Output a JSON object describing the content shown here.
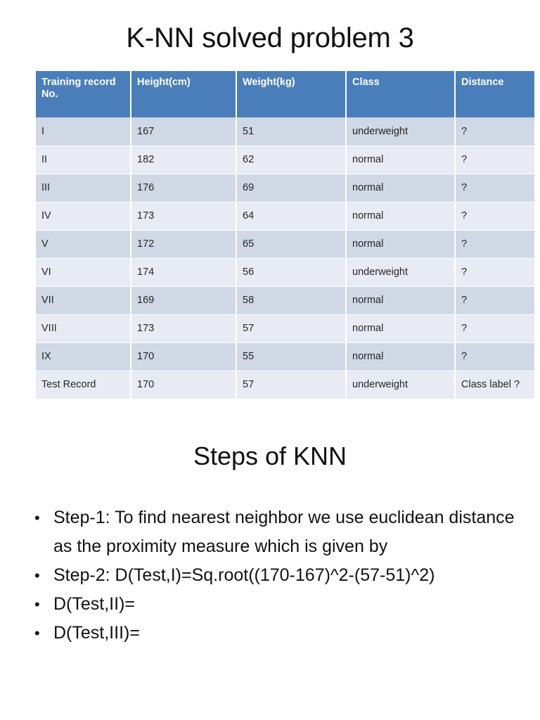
{
  "slide": {
    "title": "K-NN solved problem 3",
    "section_heading": "Steps of KNN"
  },
  "theme": {
    "header_fill": "#4A7EBB",
    "header_text": "#FFFFFF",
    "row_odd_fill": "#D0D7E5",
    "row_even_fill": "#E8EBF3",
    "body_text": "#262626",
    "page_background": "#FFFFFF"
  },
  "table": {
    "columns": [
      "Training record No.",
      "Height(cm)",
      "Weight(kg)",
      "Class",
      "Distance"
    ],
    "rows": [
      {
        "record": "I",
        "height": "167",
        "weight": "51",
        "class": "underweight",
        "distance": "?"
      },
      {
        "record": "II",
        "height": "182",
        "weight": "62",
        "class": "normal",
        "distance": "?"
      },
      {
        "record": "III",
        "height": "176",
        "weight": "69",
        "class": "normal",
        "distance": "?"
      },
      {
        "record": "IV",
        "height": "173",
        "weight": "64",
        "class": "normal",
        "distance": "?"
      },
      {
        "record": "V",
        "height": "172",
        "weight": "65",
        "class": "normal",
        "distance": "?"
      },
      {
        "record": "VI",
        "height": "174",
        "weight": "56",
        "class": "underweight",
        "distance": "?"
      },
      {
        "record": "VII",
        "height": "169",
        "weight": "58",
        "class": "normal",
        "distance": "?"
      },
      {
        "record": "VIII",
        "height": "173",
        "weight": "57",
        "class": "normal",
        "distance": "?"
      },
      {
        "record": "IX",
        "height": "170",
        "weight": "55",
        "class": "normal",
        "distance": "?"
      },
      {
        "record": "Test Record",
        "height": "170",
        "weight": "57",
        "class": "underweight",
        "distance": "Class label ?"
      }
    ]
  },
  "bullets": {
    "marker": "•",
    "items": [
      "Step-1: To find nearest neighbor we use euclidean distance as the proximity measure which is given by",
      "Step-2: D(Test,I)=Sq.root((170-167)^2-(57-51)^2)",
      "D(Test,II)=",
      "D(Test,III)="
    ]
  }
}
